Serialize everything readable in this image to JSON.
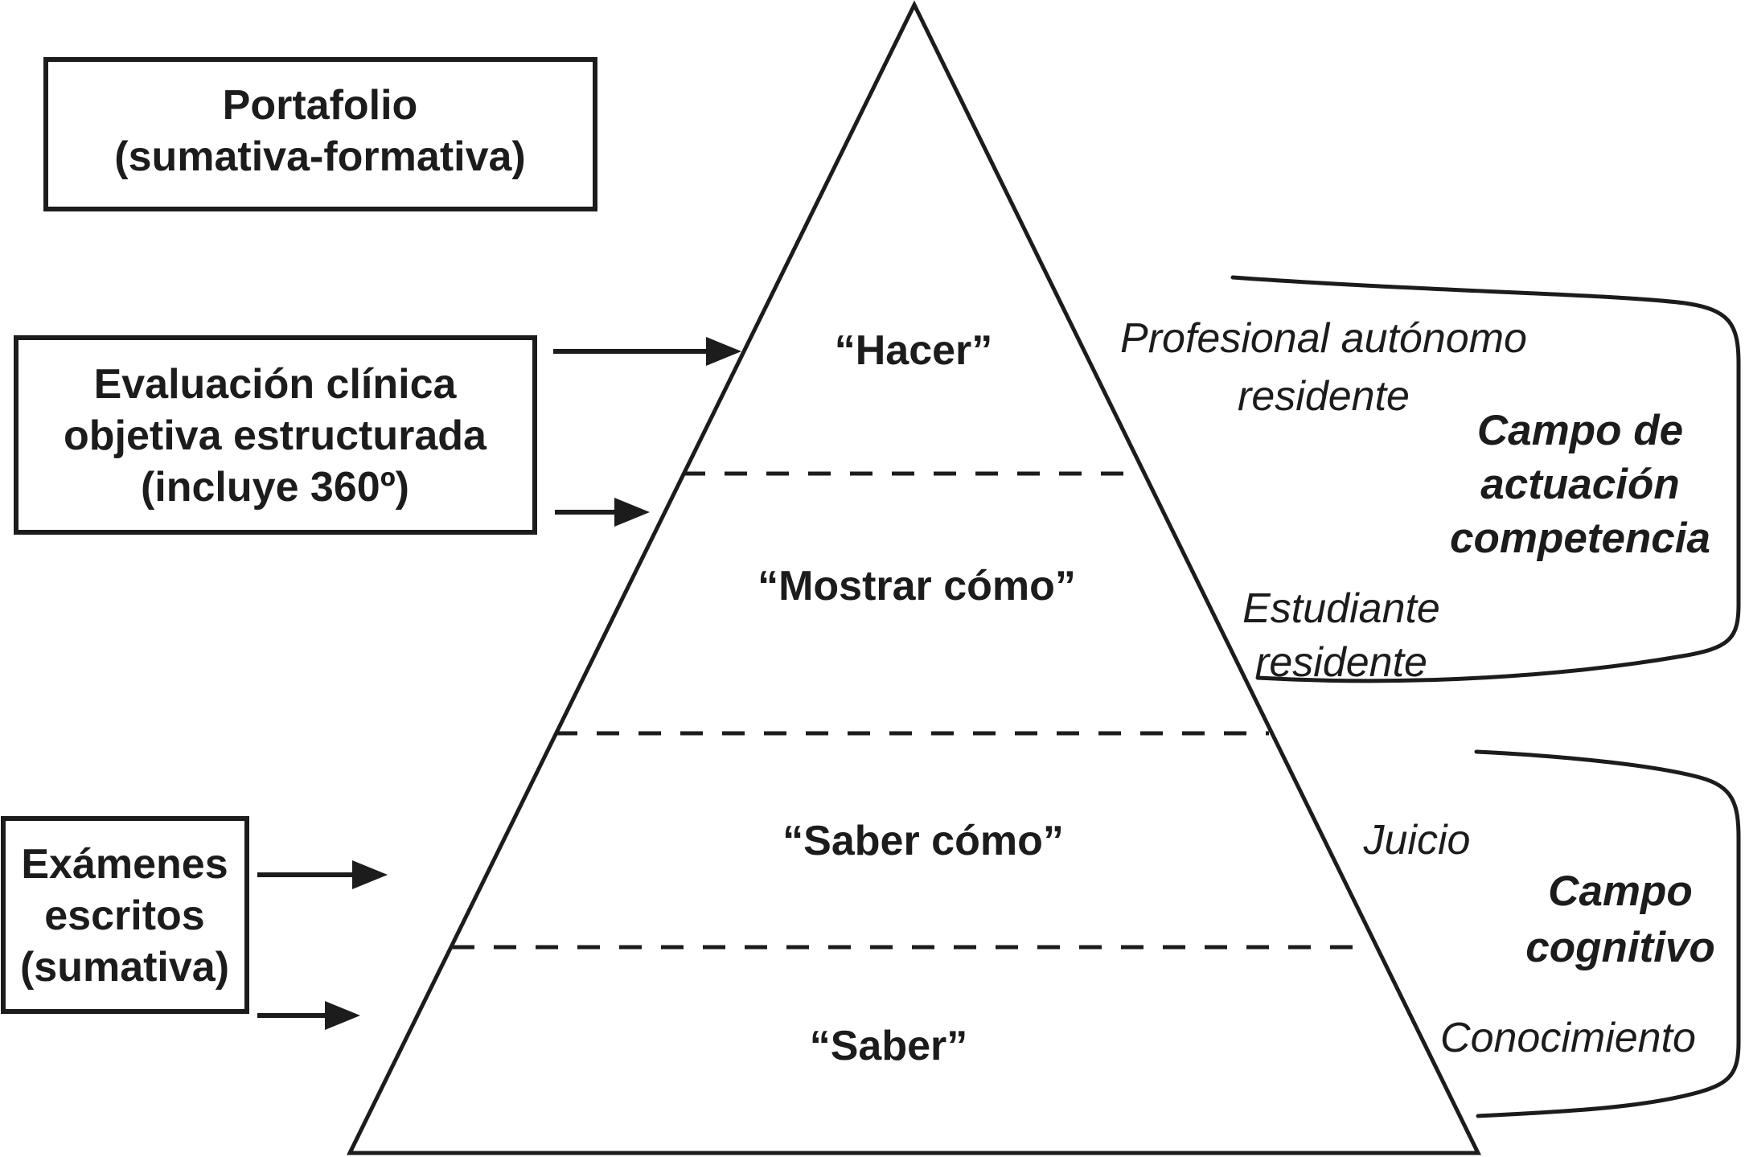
{
  "boxes": {
    "portafolio": {
      "line1": "Portafolio",
      "line2": "(sumativa-formativa)"
    },
    "evaluacion": {
      "line1": "Evaluación clínica",
      "line2": "objetiva estructurada",
      "line3": "(incluye 360º)"
    },
    "examenes": {
      "line1": "Exámenes",
      "line2": "escritos",
      "line3": "(sumativa)"
    }
  },
  "pyramid": {
    "levels": [
      {
        "label": "“Hacer”"
      },
      {
        "label": "“Mostrar cómo”"
      },
      {
        "label": "“Saber cómo”"
      },
      {
        "label": "“Saber”"
      }
    ]
  },
  "right_labels": {
    "profesional": {
      "line1": "Profesional autónomo",
      "line2": "residente"
    },
    "estudiante": {
      "line1": "Estudiante",
      "line2": "residente"
    },
    "campo_actuacion": {
      "line1": "Campo de",
      "line2": "actuación",
      "line3": "competencia"
    },
    "juicio": "Juicio",
    "campo_cognitivo": {
      "line1": "Campo",
      "line2": "cognitivo"
    },
    "conocimiento": "Conocimiento"
  },
  "colors": {
    "ink": "#1c1c1c",
    "background": "#ffffff"
  }
}
